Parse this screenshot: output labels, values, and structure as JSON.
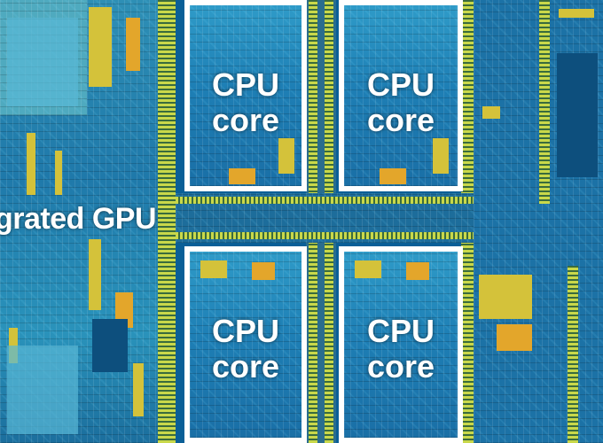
{
  "labels": {
    "gpu": "grated GPU",
    "core_word1": "CPU",
    "core_word2": "core"
  },
  "colors": {
    "die_blue": "#0a5f97",
    "core_border": "#ffffff",
    "logic_yellow": "#d4c23a",
    "logic_orange": "#e3a62b"
  }
}
